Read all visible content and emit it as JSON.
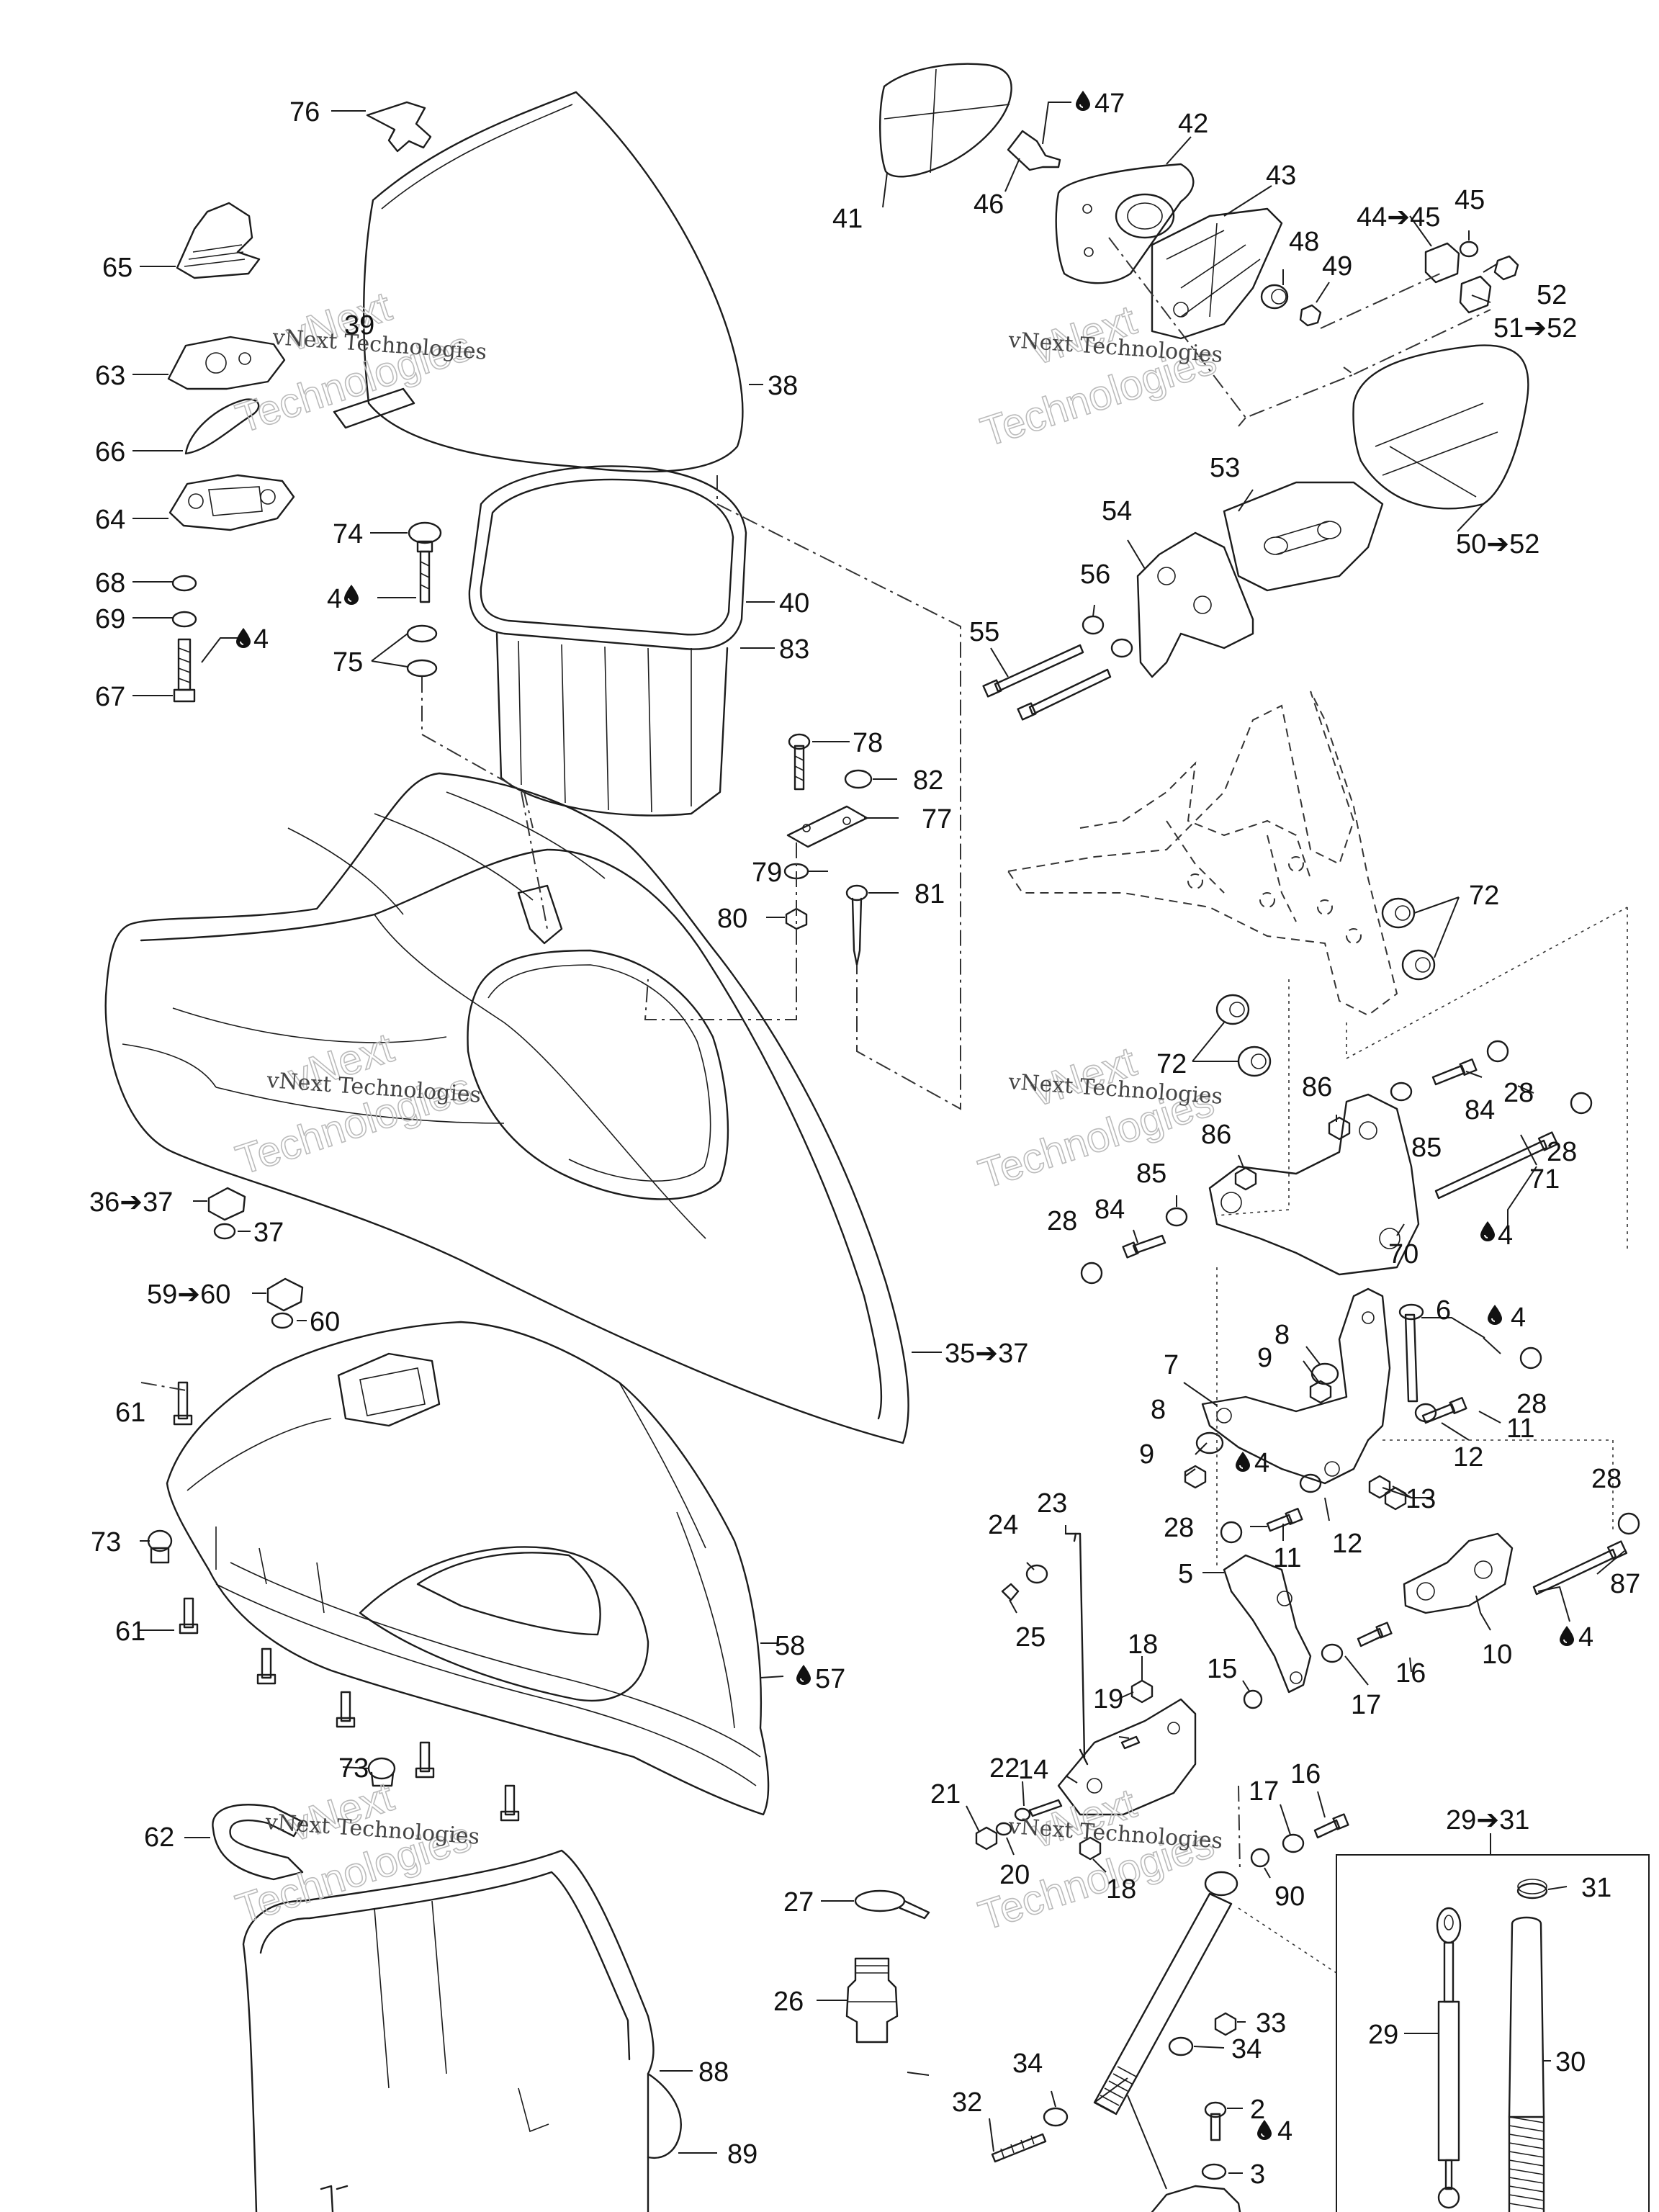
{
  "callouts": [
    {
      "id": "76",
      "text": "76"
    },
    {
      "id": "39",
      "text": "39"
    },
    {
      "id": "38",
      "text": "38"
    },
    {
      "id": "65",
      "text": "65"
    },
    {
      "id": "63",
      "text": "63"
    },
    {
      "id": "66",
      "text": "66"
    },
    {
      "id": "64",
      "text": "64"
    },
    {
      "id": "68",
      "text": "68"
    },
    {
      "id": "69",
      "text": "69"
    },
    {
      "id": "4a",
      "text": "4"
    },
    {
      "id": "67",
      "text": "67"
    },
    {
      "id": "74",
      "text": "74"
    },
    {
      "id": "4b",
      "text": "4"
    },
    {
      "id": "75",
      "text": "75"
    },
    {
      "id": "40",
      "text": "40"
    },
    {
      "id": "83",
      "text": "83"
    },
    {
      "id": "41",
      "text": "41"
    },
    {
      "id": "47",
      "text": "47"
    },
    {
      "id": "46",
      "text": "46"
    },
    {
      "id": "42",
      "text": "42"
    },
    {
      "id": "43",
      "text": "43"
    },
    {
      "id": "48",
      "text": "48"
    },
    {
      "id": "49",
      "text": "49"
    },
    {
      "id": "44-45",
      "text": "44➔45"
    },
    {
      "id": "45",
      "text": "45"
    },
    {
      "id": "52",
      "text": "52"
    },
    {
      "id": "51-52",
      "text": "51➔52"
    },
    {
      "id": "53",
      "text": "53"
    },
    {
      "id": "54",
      "text": "54"
    },
    {
      "id": "50-52",
      "text": "50➔52"
    },
    {
      "id": "56",
      "text": "56"
    },
    {
      "id": "55",
      "text": "55"
    },
    {
      "id": "78",
      "text": "78"
    },
    {
      "id": "82",
      "text": "82"
    },
    {
      "id": "77",
      "text": "77"
    },
    {
      "id": "79",
      "text": "79"
    },
    {
      "id": "81",
      "text": "81"
    },
    {
      "id": "80",
      "text": "80"
    },
    {
      "id": "72a",
      "text": "72"
    },
    {
      "id": "72b",
      "text": "72"
    },
    {
      "id": "86a",
      "text": "86"
    },
    {
      "id": "84a",
      "text": "84"
    },
    {
      "id": "28a",
      "text": "28"
    },
    {
      "id": "85a",
      "text": "85"
    },
    {
      "id": "28b",
      "text": "28"
    },
    {
      "id": "71",
      "text": "71"
    },
    {
      "id": "86b",
      "text": "86"
    },
    {
      "id": "85b",
      "text": "85"
    },
    {
      "id": "84b",
      "text": "84"
    },
    {
      "id": "28c",
      "text": "28"
    },
    {
      "id": "70",
      "text": "70"
    },
    {
      "id": "4c",
      "text": "4"
    },
    {
      "id": "36-37",
      "text": "36➔37"
    },
    {
      "id": "37",
      "text": "37"
    },
    {
      "id": "59-60",
      "text": "59➔60"
    },
    {
      "id": "60",
      "text": "60"
    },
    {
      "id": "35-37",
      "text": "35➔37"
    },
    {
      "id": "6",
      "text": "6"
    },
    {
      "id": "4d",
      "text": "4"
    },
    {
      "id": "8a",
      "text": "8"
    },
    {
      "id": "9a",
      "text": "9"
    },
    {
      "id": "7",
      "text": "7"
    },
    {
      "id": "28d",
      "text": "28"
    },
    {
      "id": "11a",
      "text": "11"
    },
    {
      "id": "8b",
      "text": "8"
    },
    {
      "id": "12a",
      "text": "12"
    },
    {
      "id": "9b",
      "text": "9"
    },
    {
      "id": "4e",
      "text": "4"
    },
    {
      "id": "61a",
      "text": "61"
    },
    {
      "id": "73a",
      "text": "73"
    },
    {
      "id": "61b",
      "text": "61"
    },
    {
      "id": "13",
      "text": "13"
    },
    {
      "id": "28e",
      "text": "28"
    },
    {
      "id": "28f",
      "text": "28"
    },
    {
      "id": "11b",
      "text": "11"
    },
    {
      "id": "12b",
      "text": "12"
    },
    {
      "id": "87",
      "text": "87"
    },
    {
      "id": "5",
      "text": "5"
    },
    {
      "id": "24",
      "text": "24"
    },
    {
      "id": "23",
      "text": "23"
    },
    {
      "id": "25",
      "text": "25"
    },
    {
      "id": "58",
      "text": "58"
    },
    {
      "id": "57",
      "text": "57"
    },
    {
      "id": "4f",
      "text": "4"
    },
    {
      "id": "10",
      "text": "10"
    },
    {
      "id": "16a",
      "text": "16"
    },
    {
      "id": "17a",
      "text": "17"
    },
    {
      "id": "15",
      "text": "15"
    },
    {
      "id": "18a",
      "text": "18"
    },
    {
      "id": "19",
      "text": "19"
    },
    {
      "id": "73b",
      "text": "73"
    },
    {
      "id": "14",
      "text": "14"
    },
    {
      "id": "62",
      "text": "62"
    },
    {
      "id": "21",
      "text": "21"
    },
    {
      "id": "22",
      "text": "22"
    },
    {
      "id": "20",
      "text": "20"
    },
    {
      "id": "18b",
      "text": "18"
    },
    {
      "id": "17b",
      "text": "17"
    },
    {
      "id": "16b",
      "text": "16"
    },
    {
      "id": "90",
      "text": "90"
    },
    {
      "id": "29-31",
      "text": "29➔31"
    },
    {
      "id": "31",
      "text": "31"
    },
    {
      "id": "27",
      "text": "27"
    },
    {
      "id": "26",
      "text": "26"
    },
    {
      "id": "29",
      "text": "29"
    },
    {
      "id": "30",
      "text": "30"
    },
    {
      "id": "33",
      "text": "33"
    },
    {
      "id": "34a",
      "text": "34"
    },
    {
      "id": "34b",
      "text": "34"
    },
    {
      "id": "88",
      "text": "88"
    },
    {
      "id": "89",
      "text": "89"
    },
    {
      "id": "32",
      "text": "32"
    },
    {
      "id": "2",
      "text": "2"
    },
    {
      "id": "4g",
      "text": "4"
    },
    {
      "id": "3",
      "text": "3"
    }
  ],
  "watermark": {
    "small": "vNext Technologies",
    "large_top": "vNext",
    "large_bottom": "Technologies"
  }
}
